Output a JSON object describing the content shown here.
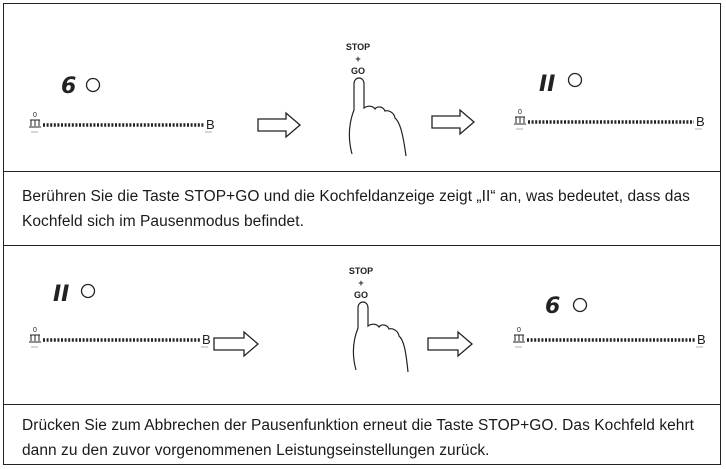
{
  "sections": [
    {
      "figure": {
        "panels": [
          {
            "display": "6"
          },
          {
            "key_label_top": "STOP",
            "key_label_mid": "+",
            "key_label_bottom": "GO"
          },
          {
            "display": "II"
          }
        ]
      },
      "caption": "Berühren Sie die Taste STOP+GO und die Kochfeldanzeige zeigt „II“ an, was bedeutet, dass das Kochfeld sich im Pausenmodus befindet."
    },
    {
      "figure": {
        "panels": [
          {
            "display": "II"
          },
          {
            "key_label_top": "STOP",
            "key_label_mid": "+",
            "key_label_bottom": "GO"
          },
          {
            "display": "6"
          }
        ]
      },
      "caption": "Drücken Sie zum Abbrechen der Pausenfunktion erneut die Taste STOP+GO. Das Kochfeld kehrt dann zu den zuvor vorgenommenen Leistungseinstellungen zurück."
    }
  ],
  "slider": {
    "min_label": "0",
    "max_label": "B"
  }
}
